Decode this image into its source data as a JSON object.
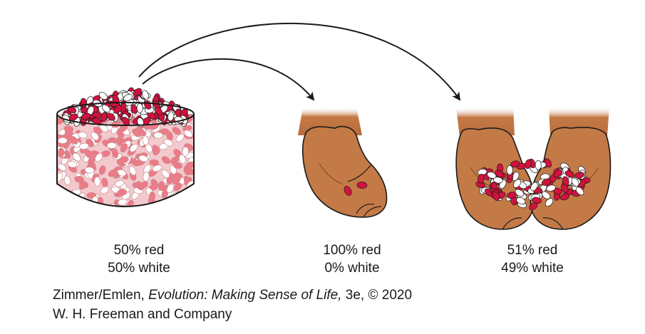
{
  "colors": {
    "bean_red": "#d2123e",
    "bean_pink": "#ec7b86",
    "bean_white": "#ffffff",
    "skin": "#c47a46",
    "skin_dark": "#a65e31",
    "outline": "#1a1a1a"
  },
  "panels": [
    {
      "id": "bowl",
      "label_red": "50% red",
      "label_white": "50% white"
    },
    {
      "id": "single-hand",
      "label_red": "100% red",
      "label_white": "0% white"
    },
    {
      "id": "two-hands",
      "label_red": "51% red",
      "label_white": "49% white"
    }
  ],
  "credit": {
    "authors": "Zimmer/Emlen, ",
    "book_title": "Evolution: Making Sense of Life,",
    "edition": " 3e, © 2020",
    "publisher": "W. H. Freeman and Company"
  }
}
